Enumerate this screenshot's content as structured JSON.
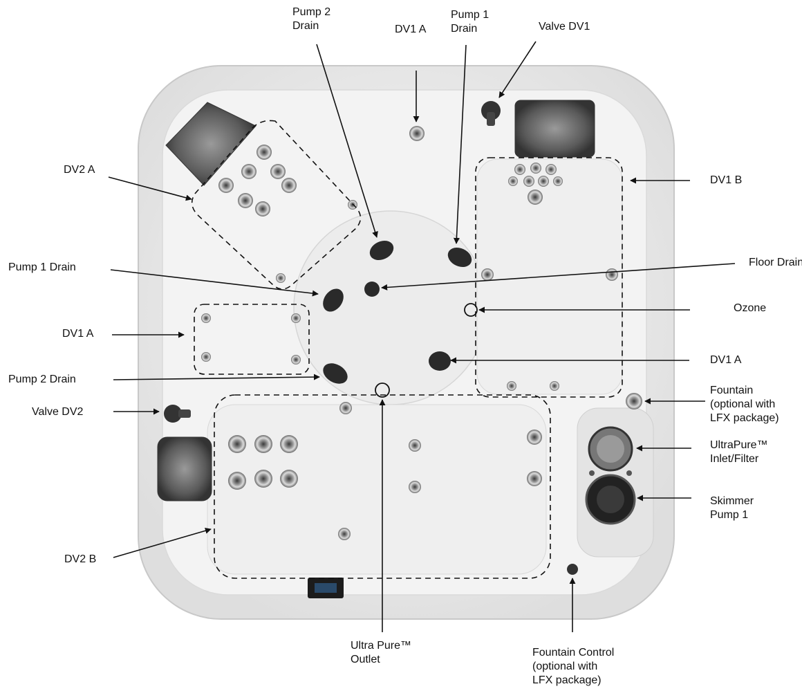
{
  "diagram": {
    "colors": {
      "shell": "#e8e8e8",
      "shell_inner": "#f4f4f4",
      "pillow": "#555555",
      "line": "#111111"
    },
    "labels": {
      "pump2_drain_top": "Pump 2\nDrain",
      "dv1_a_top": "DV1 A",
      "pump1_drain_top": "Pump 1\nDrain",
      "valve_dv1": "Valve DV1",
      "dv2_a": "DV2 A",
      "dv1_b": "DV1 B",
      "pump1_drain_left": "Pump 1 Drain",
      "floor_drain": "Floor Drain",
      "ozone": "Ozone",
      "dv1_a_left": "DV1 A",
      "dv1_a_right": "DV1 A",
      "pump2_drain_left": "Pump 2 Drain",
      "fountain": "Fountain\n(optional with\nLFX package)",
      "valve_dv2": "Valve DV2",
      "ultrapure_inlet": "UltraPure™\nInlet/Filter",
      "skimmer": "Skimmer\nPump 1",
      "dv2_b": "DV2 B",
      "ultrapure_outlet": "Ultra Pure™\nOutlet",
      "fountain_control": "Fountain Control\n(optional with\nLFX package)"
    }
  }
}
